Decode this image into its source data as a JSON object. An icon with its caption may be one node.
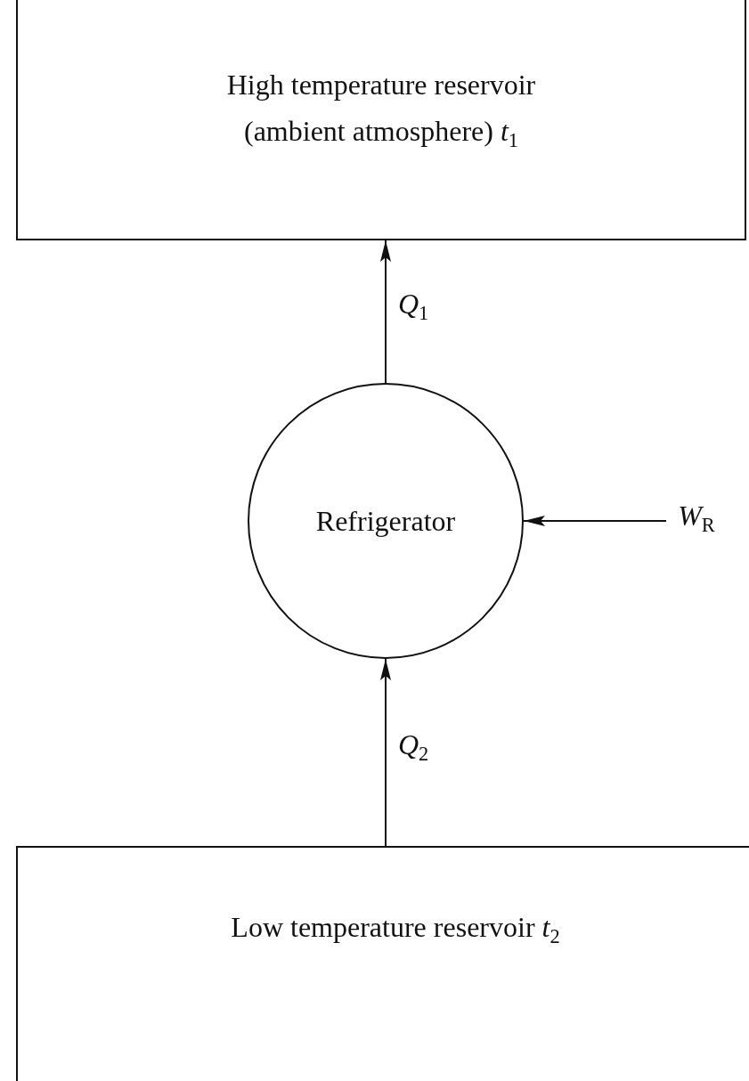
{
  "diagram": {
    "nodes": [
      {
        "text": [
          "High temperature reservoir (ambient atmosphere) *t*$_{1}$"
        ]
      },
      {
        "text": [
          "Refrigerator"
        ]
      },
      {
        "text": [
          "Low temperature reservoir *t*$_{2}$"
        ]
      },
      {
        "text": [
          "*W*$_{R}$"
        ]
      }
    ],
    "edges": [
      {
        "from": 1,
        "to": 0,
        "arrow": "to",
        "label": "*Q*$_{1}$"
      },
      {
        "from": 2,
        "to": 1,
        "arrow": "to",
        "label": "*Q*$_{2}$"
      },
      {
        "from": 3,
        "to": 1,
        "arrow": "to"
      }
    ]
  }
}
